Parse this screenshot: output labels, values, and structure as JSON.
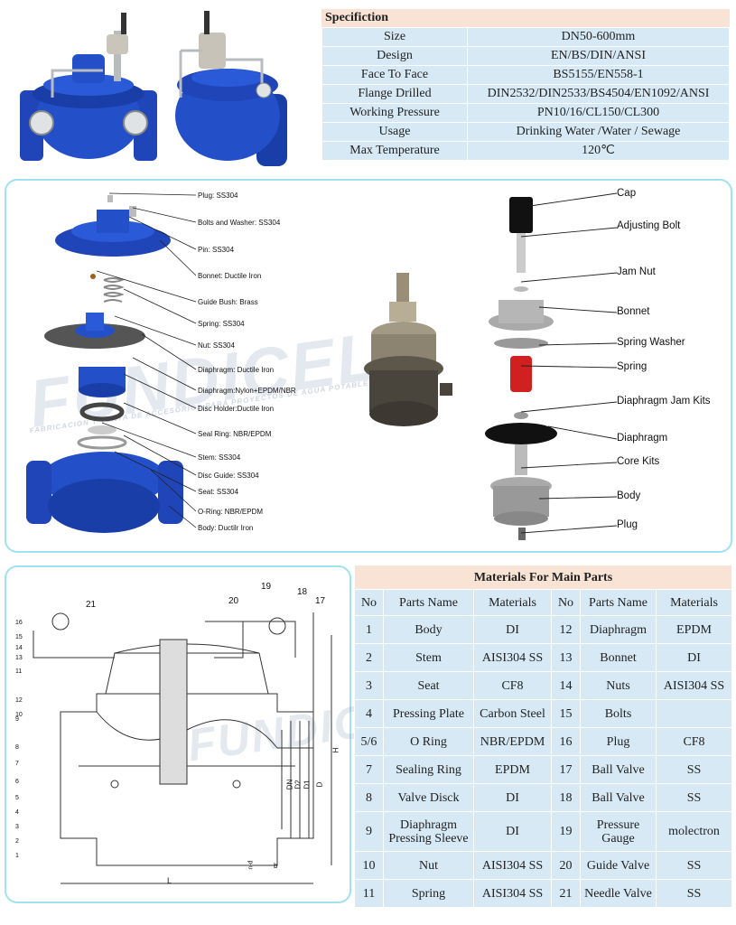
{
  "spec": {
    "title": "Specifiction",
    "rows": [
      {
        "key": "Size",
        "value": "DN50-600mm"
      },
      {
        "key": "Design",
        "value": "EN/BS/DIN/ANSI"
      },
      {
        "key": "Face To Face",
        "value": "BS5155/EN558-1"
      },
      {
        "key": "Flange Drilled",
        "value": "DIN2532/DIN2533/BS4504/EN1092/ANSI"
      },
      {
        "key": "Working Pressure",
        "value": "PN10/16/CL150/CL300"
      },
      {
        "key": "Usage",
        "value": "Drinking Water /Water / Sewage"
      },
      {
        "key": "Max Temperature",
        "value": "120℃"
      }
    ]
  },
  "exploded_left": {
    "labels": [
      "Plug: SS304",
      "Bolts and Washer: SS304",
      "Pin: SS304",
      "Bonnet: Ductile Iron",
      "Guide Bush: Brass",
      "Spring: SS304",
      "Nut: SS304",
      "Diaphragm:  Ductile Iron",
      "Diaphragm:Nylon+EPDM/NBR",
      "Disc Holder:Ductile Iron",
      "Seal Ring: NBR/EPDM",
      "Stem: SS304",
      "Disc Guide: SS304",
      "Seat: SS304",
      "O-Ring: NBR/EPDM",
      "Body: Ductilr Iron"
    ]
  },
  "exploded_right": {
    "labels": [
      "Cap",
      "Adjusting Bolt",
      "Jam Nut",
      "Bonnet",
      "Spring Washer",
      "Spring",
      "Diaphragm Jam Kits",
      "Diaphragm",
      "Core Kits",
      "Body",
      "Plug"
    ]
  },
  "watermark": {
    "brand": "FUNDICEL",
    "tagline": "FABRICACION Y VENTA DE ACCESORIOS PARA PROYECTOS DE AGUA POTABLE"
  },
  "section_drawing": {
    "numbers_top": [
      "21",
      "20",
      "19",
      "18",
      "17"
    ],
    "numbers_left": [
      "16",
      "15",
      "14",
      "13",
      "11",
      "12",
      "10",
      "9",
      "8",
      "7",
      "6",
      "5",
      "4",
      "3",
      "2",
      "1"
    ],
    "dims": [
      "DN",
      "D2",
      "D1",
      "D",
      "H",
      "L",
      "n-d",
      "b"
    ]
  },
  "materials": {
    "title": "Materials  For  Main  Parts",
    "headers": [
      "No",
      "Parts Name",
      "Materials",
      "No",
      "Parts Name",
      "Materials"
    ],
    "rows": [
      [
        "1",
        "Body",
        "DI",
        "12",
        "Diaphragm",
        "EPDM"
      ],
      [
        "2",
        "Stem",
        "AISI304 SS",
        "13",
        "Bonnet",
        "DI"
      ],
      [
        "3",
        "Seat",
        "CF8",
        "14",
        "Nuts",
        "AISI304 SS"
      ],
      [
        "4",
        "Pressing Plate",
        "Carbon Steel",
        "15",
        "Bolts",
        ""
      ],
      [
        "5/6",
        "O Ring",
        "NBR/EPDM",
        "16",
        "Plug",
        "CF8"
      ],
      [
        "7",
        "Sealing Ring",
        "EPDM",
        "17",
        "Ball Valve",
        "SS"
      ],
      [
        "8",
        "Valve Disck",
        "DI",
        "18",
        "Ball Valve",
        "SS"
      ],
      [
        "9",
        "Diaphragm Pressing Sleeve",
        "DI",
        "19",
        "Pressure Gauge",
        "molectron"
      ],
      [
        "10",
        "Nut",
        "AISI304 SS",
        "20",
        "Guide Valve",
        "SS"
      ],
      [
        "11",
        "Spring",
        "AISI304 SS",
        "21",
        "Needle Valve",
        "SS"
      ]
    ]
  },
  "colors": {
    "valve_blue": "#1f45b8",
    "panel_border": "#9ee3ee",
    "table_blue": "#d6e9f5",
    "table_header": "#f9e3d4"
  }
}
